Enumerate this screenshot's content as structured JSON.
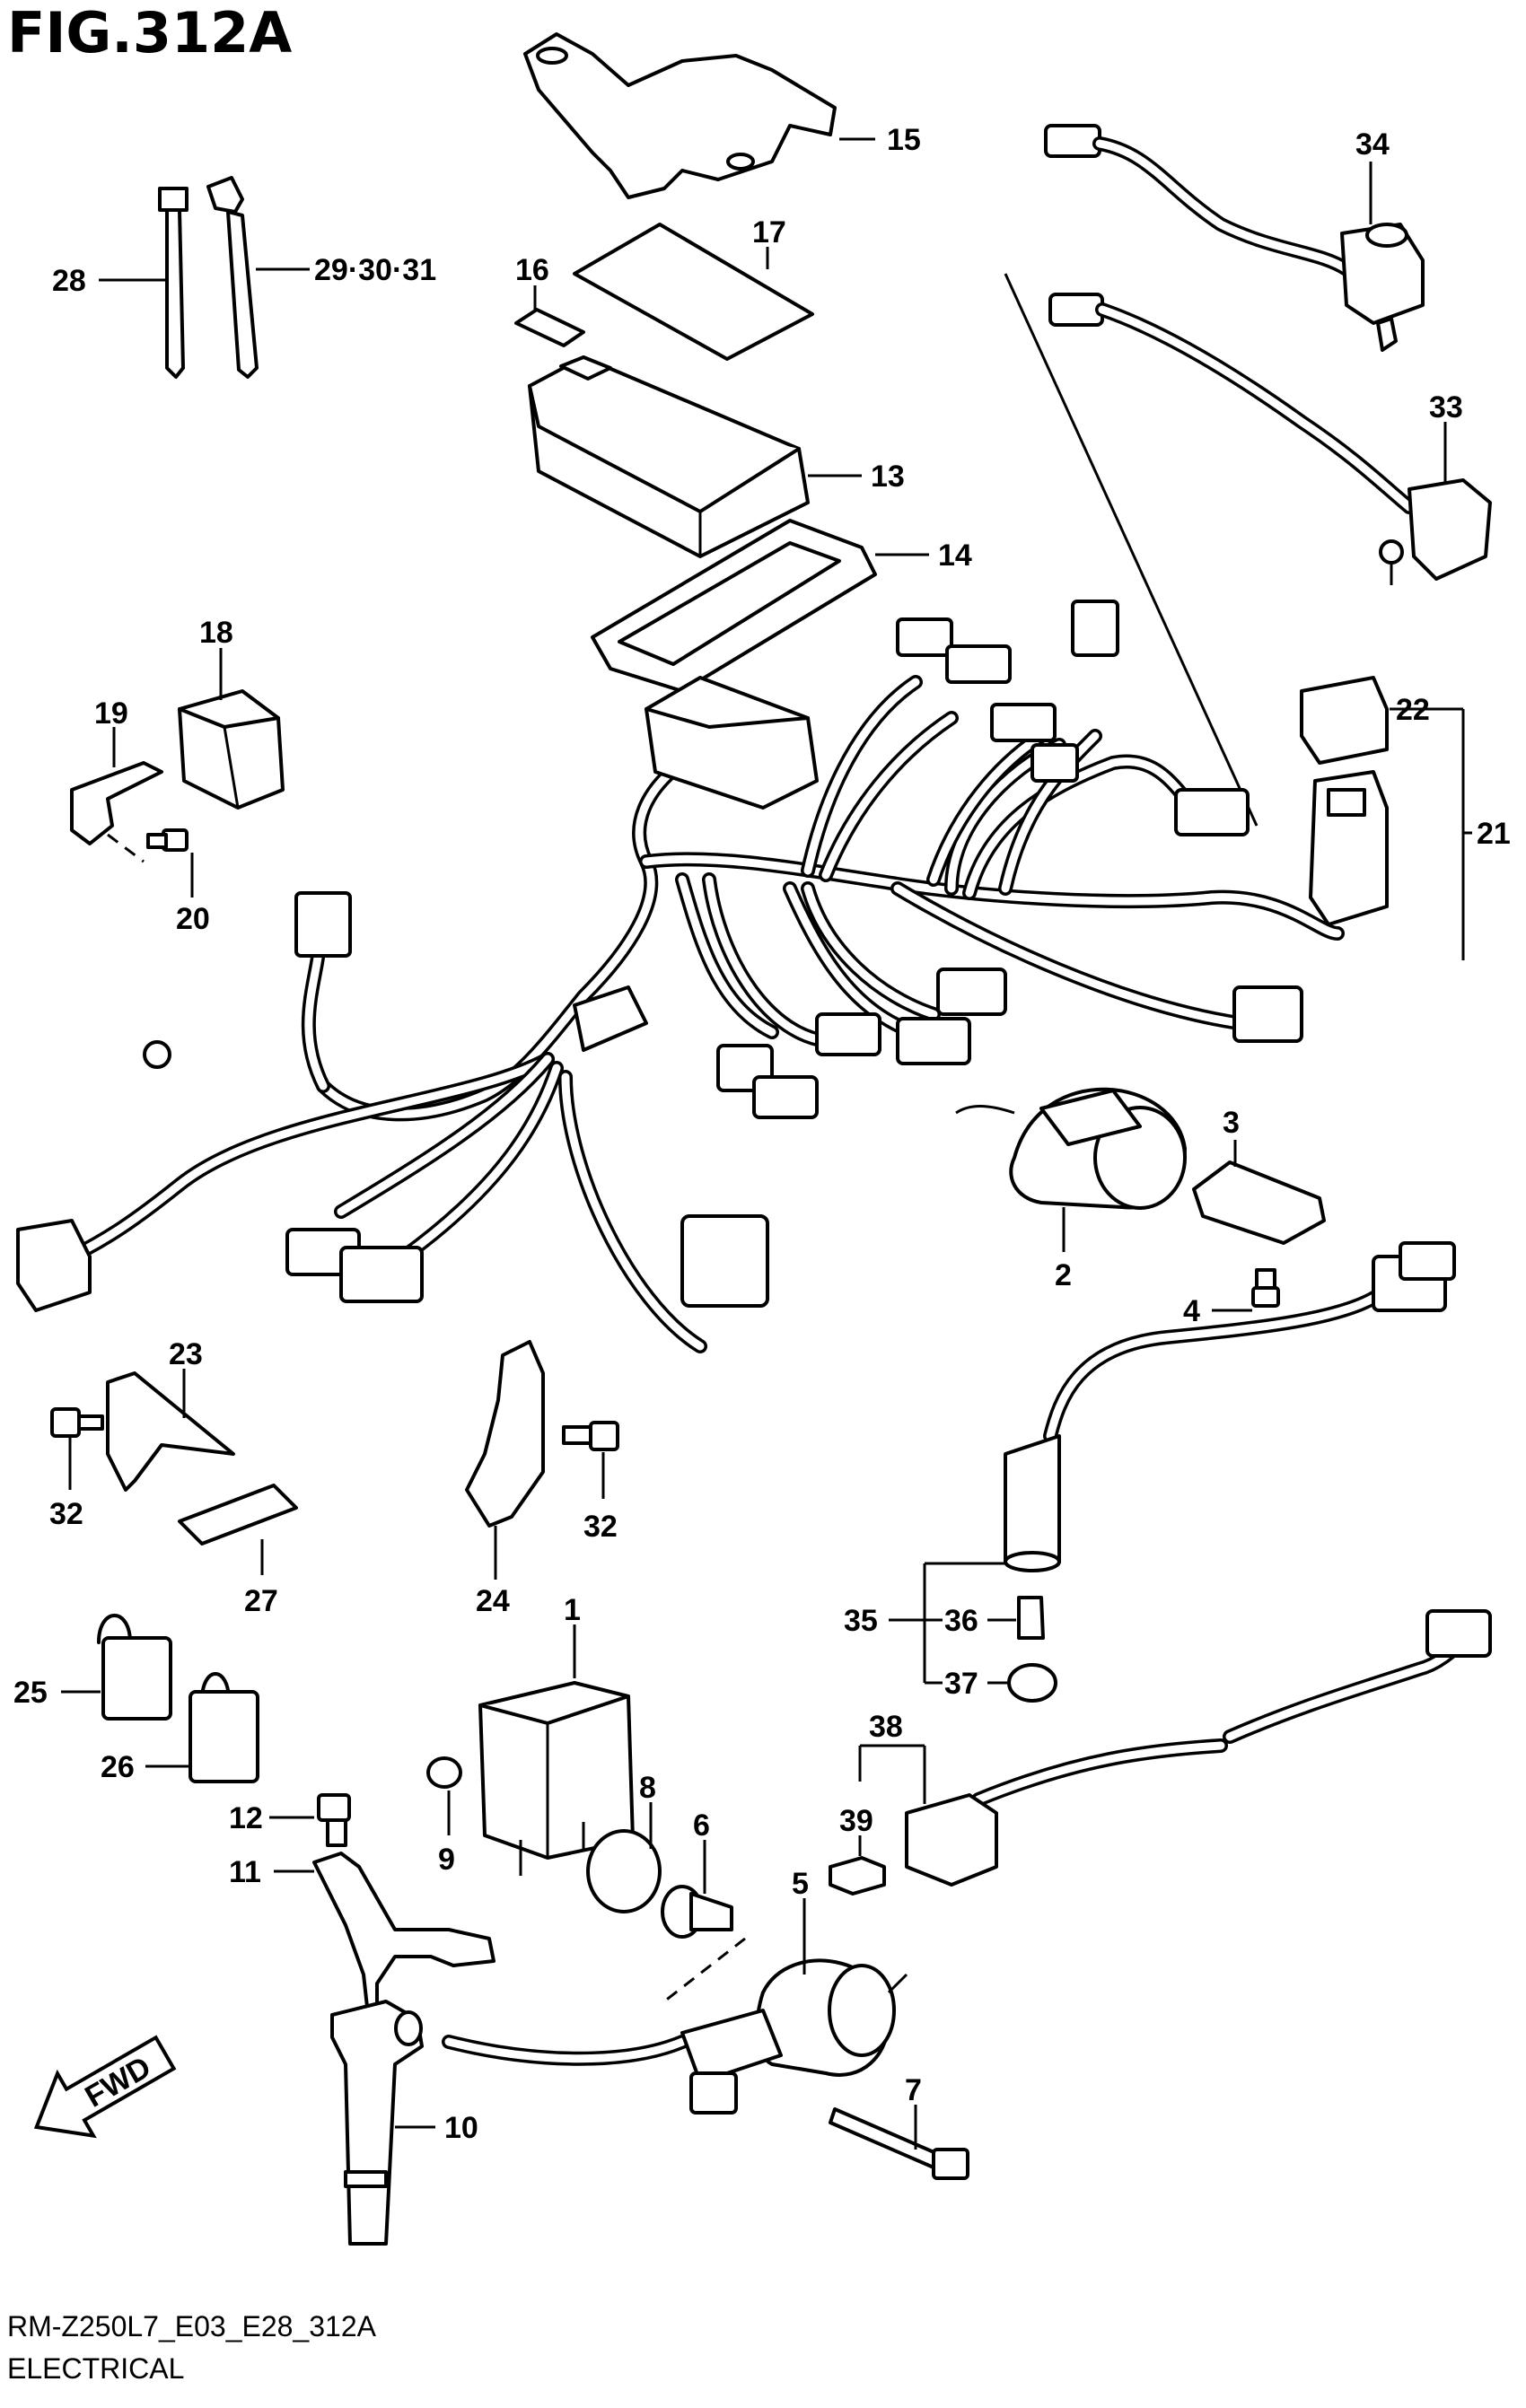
{
  "figure": {
    "title": "FIG.312A",
    "model_code": "RM-Z250L7_E03_E28_312A",
    "section": "ELECTRICAL",
    "direction_label": "FWD"
  },
  "callouts": {
    "p1": "1",
    "p2": "2",
    "p3": "3",
    "p4": "4",
    "p5": "5",
    "p6": "6",
    "p7": "7",
    "p8": "8",
    "p9": "9",
    "p10": "10",
    "p11": "11",
    "p12": "12",
    "p13": "13",
    "p14": "14",
    "p15": "15",
    "p16": "16",
    "p17": "17",
    "p18": "18",
    "p19": "19",
    "p20": "20",
    "p21": "21",
    "p22": "22",
    "p23": "23",
    "p24": "24",
    "p25": "25",
    "p26": "26",
    "p27": "27",
    "p28": "28",
    "p29_30_31": "29·30·31",
    "p32a": "32",
    "p32b": "32",
    "p33": "33",
    "p34": "34",
    "p35": "35",
    "p36": "36",
    "p37": "37",
    "p38": "38",
    "p39": "39"
  },
  "icons": {
    "fwd_arrow": "fwd-arrow-icon"
  }
}
